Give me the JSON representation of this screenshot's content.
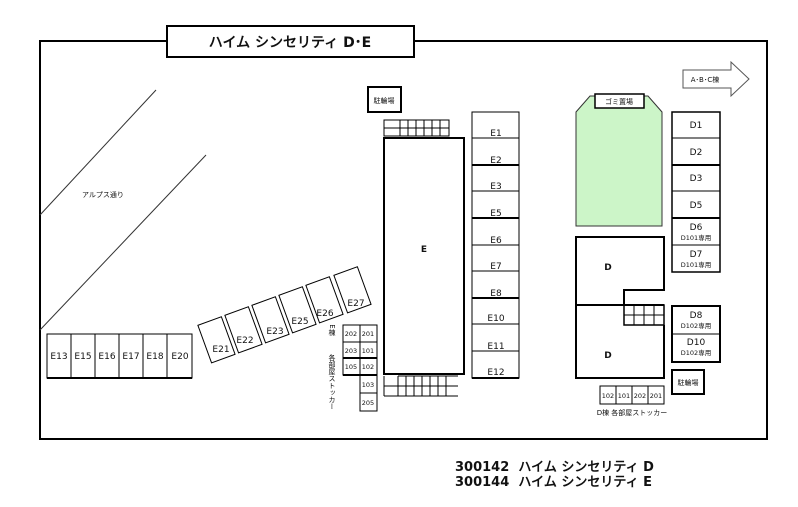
{
  "title": "ハイム シンセリティ D･E",
  "direction_arrow": {
    "label": "A･B･C棟",
    "icon": "right-arrow-icon"
  },
  "road": {
    "label": "アルプス通り"
  },
  "garbage": {
    "label": "ゴミ置場",
    "color": "#ccf5c8"
  },
  "bicycle_parking": [
    {
      "id": "bike-e",
      "label": "駐輪場"
    },
    {
      "id": "bike-d",
      "label": "駐輪場"
    }
  ],
  "buildings": [
    {
      "id": "building-e",
      "label": "E"
    },
    {
      "id": "building-d-upper",
      "label": "D"
    },
    {
      "id": "building-d-lower",
      "label": "D"
    }
  ],
  "parking_e_column": [
    "E1",
    "E2",
    "E3",
    "E5",
    "E6",
    "E7",
    "E8",
    "E10",
    "E11",
    "E12"
  ],
  "parking_e_row": [
    "E13",
    "E15",
    "E16",
    "E17",
    "E18",
    "E20"
  ],
  "parking_e_angled": [
    "E21",
    "E22",
    "E23",
    "E25",
    "E26",
    "E27"
  ],
  "parking_d_column": [
    {
      "label": "D1",
      "note": ""
    },
    {
      "label": "D2",
      "note": ""
    },
    {
      "label": "D3",
      "note": ""
    },
    {
      "label": "D5",
      "note": ""
    },
    {
      "label": "D6",
      "note": "D101専用"
    },
    {
      "label": "D7",
      "note": "D101専用"
    }
  ],
  "parking_d_lower": [
    {
      "label": "D8",
      "note": "D102専用"
    },
    {
      "label": "D10",
      "note": "D102専用"
    }
  ],
  "e_stockers": {
    "label_building": "E棟",
    "label_caption": "各部屋ストッカー",
    "rows": [
      [
        "202",
        "201"
      ],
      [
        "203",
        "101"
      ],
      [
        "105",
        "102"
      ],
      [
        "",
        "103"
      ],
      [
        "",
        "205"
      ]
    ]
  },
  "d_stockers": {
    "caption": "D棟 各部屋ストッカー",
    "cells": [
      "102",
      "101",
      "202",
      "201"
    ]
  },
  "footer": [
    {
      "code": "300142",
      "name": "ハイム シンセリティ D"
    },
    {
      "code": "300144",
      "name": "ハイム シンセリティ E"
    }
  ]
}
